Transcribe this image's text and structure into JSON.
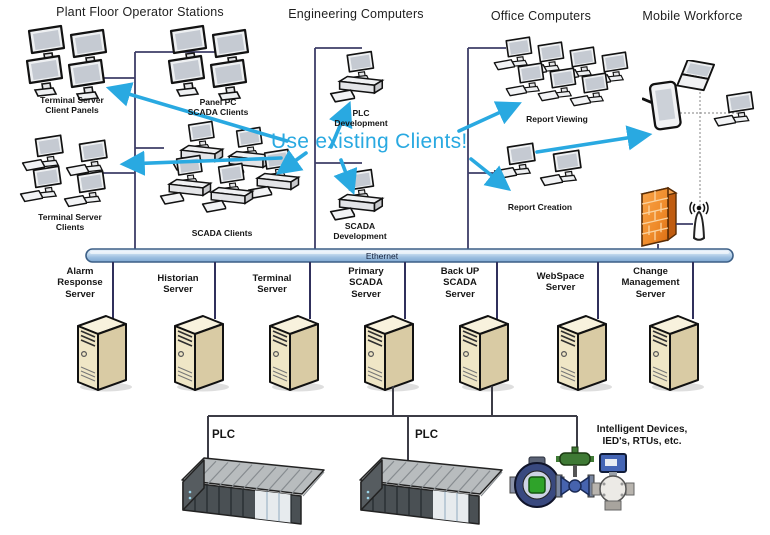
{
  "headers": {
    "plant_floor": "Plant Floor Operator Stations",
    "engineering": "Engineering Computers",
    "office": "Office Computers",
    "mobile": "Mobile Workforce"
  },
  "clusters": {
    "terminal_server_client_panels": {
      "label": "Terminal Server\nClient Panels"
    },
    "panel_pc_scada_clients": {
      "label": "Panel PC\nSCADA Clients"
    },
    "terminal_server_clients": {
      "label": "Terminal Server\nClients"
    },
    "scada_clients": {
      "label": "SCADA Clients"
    },
    "plc_development": {
      "label": "PLC\nDevelopment"
    },
    "scada_development": {
      "label": "SCADA\nDevelopment"
    },
    "report_viewing": {
      "label": "Report Viewing"
    },
    "report_creation": {
      "label": "Report Creation"
    }
  },
  "annotation": {
    "text": "Use existing Clients!"
  },
  "network": {
    "ethernet_label": "Ethernet"
  },
  "servers": [
    {
      "label": "Alarm\nResponse\nServer"
    },
    {
      "label": "Historian\nServer"
    },
    {
      "label": "Terminal\nServer"
    },
    {
      "label": "Primary\nSCADA\nServer"
    },
    {
      "label": "Back UP\nSCADA\nServer"
    },
    {
      "label": "WebSpace\nServer"
    },
    {
      "label": "Change\nManagement\nServer"
    }
  ],
  "field_devices": {
    "plc_left_label": "PLC",
    "plc_right_label": "PLC",
    "intelligent_devices_label": "Intelligent Devices,\nIED's, RTUs, etc."
  },
  "colors": {
    "annotation_cyan": "#29a9e1",
    "connector_navy": "#3e3e68",
    "lower_bus_gray": "#3c3c46",
    "ethernet_fill_light": "#e8f1fa",
    "ethernet_fill_dark": "#7fa9d2",
    "ethernet_border": "#3c5f86",
    "server_beige": "#efe6c6",
    "firewall_orange": "#ef8b2a",
    "plc_dark_gray": "#4a5054"
  },
  "icons": {
    "client_monitor": "flat-panel-monitor",
    "workstation": "monitor-with-keyboard",
    "desktop_pc": "desktop-computer",
    "server_tower": "tower-server",
    "firewall": "brick-firewall",
    "wireless_ap": "wireless-antenna",
    "laptop": "laptop",
    "tablet": "tablet-with-stylus",
    "plc_rack": "plc-rack",
    "flow_meter": "flow-meter",
    "control_valve": "control-valve",
    "transmitter": "pressure-transmitter"
  }
}
